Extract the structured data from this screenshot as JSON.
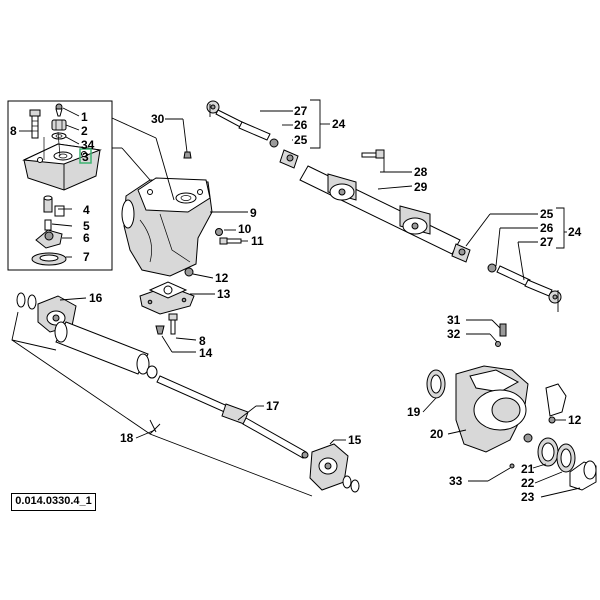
{
  "diagram": {
    "reference_code": "0.014.0330.4_1",
    "highlight_color": "#3cb371",
    "callouts": {
      "c1": "1",
      "c2": "2",
      "c34": "34",
      "c3": "3",
      "c8a": "8",
      "c4": "4",
      "c5": "5",
      "c6": "6",
      "c7": "7",
      "c30": "30",
      "c9": "9",
      "c10": "10",
      "c11": "11",
      "c12a": "12",
      "c13": "13",
      "c8b": "8",
      "c14": "14",
      "c27a": "27",
      "c26a": "26",
      "c25a": "25",
      "c24a": "24",
      "c28": "28",
      "c29": "29",
      "c25b": "25",
      "c26b": "26",
      "c27b": "27",
      "c24b": "24",
      "c16": "16",
      "c17": "17",
      "c18": "18",
      "c15": "15",
      "c31": "31",
      "c32": "32",
      "c19": "19",
      "c20": "20",
      "c12b": "12",
      "c21": "21",
      "c22": "22",
      "c23": "23",
      "c33": "33"
    }
  }
}
